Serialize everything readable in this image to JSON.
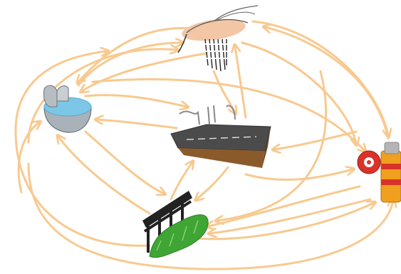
{
  "diagram": {
    "nodes": [
      {
        "id": "mosquito",
        "icon": "mosquito-icon"
      },
      {
        "id": "water-bowl",
        "icon": "water-bowl-icon"
      },
      {
        "id": "road",
        "icon": "road-icon"
      },
      {
        "id": "fence-grass",
        "icon": "fence-grass-icon"
      },
      {
        "id": "fire-hydrant",
        "icon": "fire-hydrant-icon"
      }
    ],
    "connections_count": 24
  },
  "colors": {
    "arrow": "#F8C98F",
    "asphalt": "#4B4B4B",
    "soil": "#8B5A2B",
    "grass": "#3FA535",
    "water": "#7CC7E8",
    "bowl": "#A9B2B8",
    "hydrant_red": "#D9322A",
    "hydrant_yellow": "#F0A01E",
    "skin": "#F3C6A6"
  }
}
